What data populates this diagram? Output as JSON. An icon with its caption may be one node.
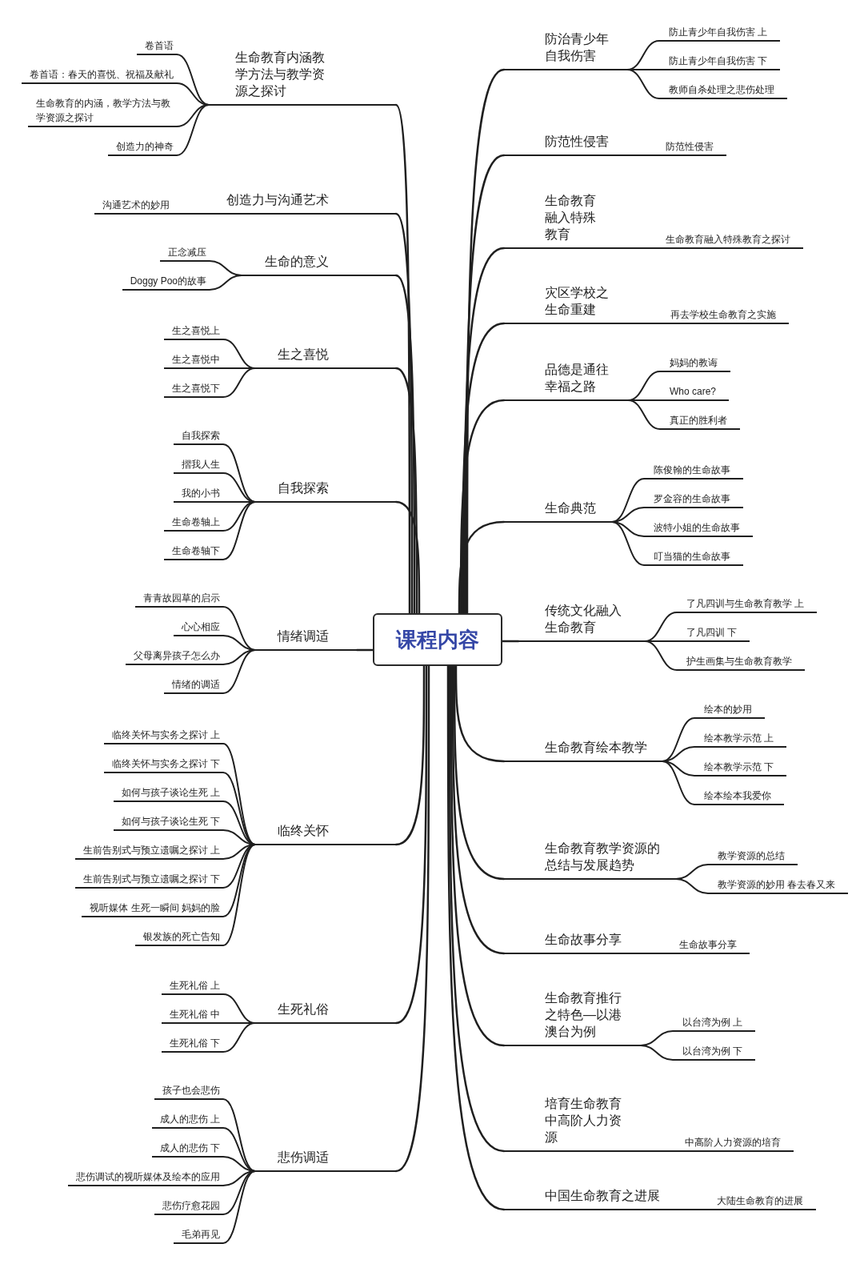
{
  "diagram": {
    "nodes": [
      {
        "text": [
          "课程内容"
        ]
      },
      {
        "text": [
          "生命教育内涵教学方法与教学资源之探讨"
        ]
      },
      {
        "text": [
          "卷首语"
        ]
      },
      {
        "text": [
          "卷首语：春天的喜悦、祝福及献礼"
        ]
      },
      {
        "text": [
          "生命教育的内涵，教学方法与教学资源之探讨"
        ]
      },
      {
        "text": [
          "创造力的神奇"
        ]
      },
      {
        "text": [
          "创造力与沟通艺术"
        ]
      },
      {
        "text": [
          "沟通艺术的妙用"
        ]
      },
      {
        "text": [
          "生命的意义"
        ]
      },
      {
        "text": [
          "正念减压"
        ]
      },
      {
        "text": [
          "Doggy Poo的故事"
        ]
      },
      {
        "text": [
          "生之喜悦"
        ]
      },
      {
        "text": [
          "生之喜悦上"
        ]
      },
      {
        "text": [
          "生之喜悦中"
        ]
      },
      {
        "text": [
          "生之喜悦下"
        ]
      },
      {
        "text": [
          "自我探索"
        ]
      },
      {
        "text": [
          "自我探索"
        ]
      },
      {
        "text": [
          "摺我人生"
        ]
      },
      {
        "text": [
          "我的小书"
        ]
      },
      {
        "text": [
          "生命卷轴上"
        ]
      },
      {
        "text": [
          "生命卷轴下"
        ]
      },
      {
        "text": [
          "情绪调适"
        ]
      },
      {
        "text": [
          "青青故园草的启示"
        ]
      },
      {
        "text": [
          "心心相应"
        ]
      },
      {
        "text": [
          "父母离异孩子怎么办"
        ]
      },
      {
        "text": [
          "情绪的调适"
        ]
      },
      {
        "text": [
          "临终关怀"
        ]
      },
      {
        "text": [
          "临终关怀与实务之探讨 上"
        ]
      },
      {
        "text": [
          "临终关怀与实务之探讨 下"
        ]
      },
      {
        "text": [
          "如何与孩子谈论生死 上"
        ]
      },
      {
        "text": [
          "如何与孩子谈论生死 下"
        ]
      },
      {
        "text": [
          "生前告别式与预立遗嘱之探讨 上"
        ]
      },
      {
        "text": [
          "生前告别式与预立遗嘱之探讨 下"
        ]
      },
      {
        "text": [
          "视听媒体 生死一瞬间 妈妈的脸"
        ]
      },
      {
        "text": [
          "银发族的死亡告知"
        ]
      },
      {
        "text": [
          "生死礼俗"
        ]
      },
      {
        "text": [
          "生死礼俗 上"
        ]
      },
      {
        "text": [
          "生死礼俗 中"
        ]
      },
      {
        "text": [
          "生死礼俗 下"
        ]
      },
      {
        "text": [
          "悲伤调适"
        ]
      },
      {
        "text": [
          "孩子也会悲伤"
        ]
      },
      {
        "text": [
          "成人的悲伤 上"
        ]
      },
      {
        "text": [
          "成人的悲伤 下"
        ]
      },
      {
        "text": [
          "悲伤调试的视听媒体及绘本的应用"
        ]
      },
      {
        "text": [
          "悲伤疗愈花园"
        ]
      },
      {
        "text": [
          "毛弟再见"
        ]
      },
      {
        "text": [
          "防治青少年自我伤害"
        ]
      },
      {
        "text": [
          "防止青少年自我伤害 上"
        ]
      },
      {
        "text": [
          "防止青少年自我伤害 下"
        ]
      },
      {
        "text": [
          "教师自杀处理之悲伤处理"
        ]
      },
      {
        "text": [
          "防范性侵害"
        ]
      },
      {
        "text": [
          "防范性侵害"
        ]
      },
      {
        "text": [
          "生命教育融入特殊教育"
        ]
      },
      {
        "text": [
          "生命教育融入特殊教育之探讨"
        ]
      },
      {
        "text": [
          "灾区学校之生命重建"
        ]
      },
      {
        "text": [
          "再去学校生命教育之实施"
        ]
      },
      {
        "text": [
          "品德是通往幸福之路"
        ]
      },
      {
        "text": [
          "妈妈的教诲"
        ]
      },
      {
        "text": [
          "Who care?"
        ]
      },
      {
        "text": [
          "真正的胜利者"
        ]
      },
      {
        "text": [
          "生命典范"
        ]
      },
      {
        "text": [
          "陈俊翰的生命故事"
        ]
      },
      {
        "text": [
          "罗金容的生命故事"
        ]
      },
      {
        "text": [
          "波特小姐的生命故事"
        ]
      },
      {
        "text": [
          "叮当猫的生命故事"
        ]
      },
      {
        "text": [
          "传统文化融入生命教育"
        ]
      },
      {
        "text": [
          "了凡四训与生命教育教学 上"
        ]
      },
      {
        "text": [
          "了凡四训 下"
        ]
      },
      {
        "text": [
          "护生画集与生命教育教学"
        ]
      },
      {
        "text": [
          "生命教育绘本教学"
        ]
      },
      {
        "text": [
          "绘本的妙用"
        ]
      },
      {
        "text": [
          "绘本教学示范 上"
        ]
      },
      {
        "text": [
          "绘本教学示范 下"
        ]
      },
      {
        "text": [
          "绘本绘本我爱你"
        ]
      },
      {
        "text": [
          "生命教育教学资源的总结与发展趋势"
        ]
      },
      {
        "text": [
          "教学资源的总结"
        ]
      },
      {
        "text": [
          "教学资源的妙用 春去春又来"
        ]
      },
      {
        "text": [
          "生命故事分享"
        ]
      },
      {
        "text": [
          "生命故事分享"
        ]
      },
      {
        "text": [
          "生命教育推行之特色—以港澳台为例"
        ]
      },
      {
        "text": [
          "以台湾为例 上"
        ]
      },
      {
        "text": [
          "以台湾为例 下"
        ]
      },
      {
        "text": [
          "培育生命教育中高阶人力资源"
        ]
      },
      {
        "text": [
          "中高阶人力资源的培育"
        ]
      },
      {
        "text": [
          "中国生命教育之进展"
        ]
      },
      {
        "text": [
          "大陆生命教育的进展"
        ]
      }
    ],
    "edges": [
      {
        "from": 0,
        "to": 1,
        "arrow": "none"
      },
      {
        "from": 1,
        "to": 2,
        "arrow": "none"
      },
      {
        "from": 1,
        "to": 3,
        "arrow": "none"
      },
      {
        "from": 1,
        "to": 4,
        "arrow": "none"
      },
      {
        "from": 1,
        "to": 5,
        "arrow": "none"
      },
      {
        "from": 0,
        "to": 6,
        "arrow": "none"
      },
      {
        "from": 6,
        "to": 7,
        "arrow": "none"
      },
      {
        "from": 0,
        "to": 8,
        "arrow": "none"
      },
      {
        "from": 8,
        "to": 9,
        "arrow": "none"
      },
      {
        "from": 8,
        "to": 10,
        "arrow": "none"
      },
      {
        "from": 0,
        "to": 11,
        "arrow": "none"
      },
      {
        "from": 11,
        "to": 12,
        "arrow": "none"
      },
      {
        "from": 11,
        "to": 13,
        "arrow": "none"
      },
      {
        "from": 11,
        "to": 14,
        "arrow": "none"
      },
      {
        "from": 0,
        "to": 15,
        "arrow": "none"
      },
      {
        "from": 15,
        "to": 16,
        "arrow": "none"
      },
      {
        "from": 15,
        "to": 17,
        "arrow": "none"
      },
      {
        "from": 15,
        "to": 18,
        "arrow": "none"
      },
      {
        "from": 15,
        "to": 19,
        "arrow": "none"
      },
      {
        "from": 15,
        "to": 20,
        "arrow": "none"
      },
      {
        "from": 0,
        "to": 21,
        "arrow": "none"
      },
      {
        "from": 21,
        "to": 22,
        "arrow": "none"
      },
      {
        "from": 21,
        "to": 23,
        "arrow": "none"
      },
      {
        "from": 21,
        "to": 24,
        "arrow": "none"
      },
      {
        "from": 21,
        "to": 25,
        "arrow": "none"
      },
      {
        "from": 0,
        "to": 26,
        "arrow": "none"
      },
      {
        "from": 26,
        "to": 27,
        "arrow": "none"
      },
      {
        "from": 26,
        "to": 28,
        "arrow": "none"
      },
      {
        "from": 26,
        "to": 29,
        "arrow": "none"
      },
      {
        "from": 26,
        "to": 30,
        "arrow": "none"
      },
      {
        "from": 26,
        "to": 31,
        "arrow": "none"
      },
      {
        "from": 26,
        "to": 32,
        "arrow": "none"
      },
      {
        "from": 26,
        "to": 33,
        "arrow": "none"
      },
      {
        "from": 26,
        "to": 34,
        "arrow": "none"
      },
      {
        "from": 0,
        "to": 35,
        "arrow": "none"
      },
      {
        "from": 35,
        "to": 36,
        "arrow": "none"
      },
      {
        "from": 35,
        "to": 37,
        "arrow": "none"
      },
      {
        "from": 35,
        "to": 38,
        "arrow": "none"
      },
      {
        "from": 0,
        "to": 39,
        "arrow": "none"
      },
      {
        "from": 39,
        "to": 40,
        "arrow": "none"
      },
      {
        "from": 39,
        "to": 41,
        "arrow": "none"
      },
      {
        "from": 39,
        "to": 42,
        "arrow": "none"
      },
      {
        "from": 39,
        "to": 43,
        "arrow": "none"
      },
      {
        "from": 39,
        "to": 44,
        "arrow": "none"
      },
      {
        "from": 39,
        "to": 45,
        "arrow": "none"
      },
      {
        "from": 0,
        "to": 46,
        "arrow": "none"
      },
      {
        "from": 46,
        "to": 47,
        "arrow": "none"
      },
      {
        "from": 46,
        "to": 48,
        "arrow": "none"
      },
      {
        "from": 46,
        "to": 49,
        "arrow": "none"
      },
      {
        "from": 0,
        "to": 50,
        "arrow": "none"
      },
      {
        "from": 50,
        "to": 51,
        "arrow": "none"
      },
      {
        "from": 0,
        "to": 52,
        "arrow": "none"
      },
      {
        "from": 52,
        "to": 53,
        "arrow": "none"
      },
      {
        "from": 0,
        "to": 54,
        "arrow": "none"
      },
      {
        "from": 54,
        "to": 55,
        "arrow": "none"
      },
      {
        "from": 0,
        "to": 56,
        "arrow": "none"
      },
      {
        "from": 56,
        "to": 57,
        "arrow": "none"
      },
      {
        "from": 56,
        "to": 58,
        "arrow": "none"
      },
      {
        "from": 56,
        "to": 59,
        "arrow": "none"
      },
      {
        "from": 0,
        "to": 60,
        "arrow": "none"
      },
      {
        "from": 60,
        "to": 61,
        "arrow": "none"
      },
      {
        "from": 60,
        "to": 62,
        "arrow": "none"
      },
      {
        "from": 60,
        "to": 63,
        "arrow": "none"
      },
      {
        "from": 60,
        "to": 64,
        "arrow": "none"
      },
      {
        "from": 0,
        "to": 65,
        "arrow": "none"
      },
      {
        "from": 65,
        "to": 66,
        "arrow": "none"
      },
      {
        "from": 65,
        "to": 67,
        "arrow": "none"
      },
      {
        "from": 65,
        "to": 68,
        "arrow": "none"
      },
      {
        "from": 0,
        "to": 69,
        "arrow": "none"
      },
      {
        "from": 69,
        "to": 70,
        "arrow": "none"
      },
      {
        "from": 69,
        "to": 71,
        "arrow": "none"
      },
      {
        "from": 69,
        "to": 72,
        "arrow": "none"
      },
      {
        "from": 69,
        "to": 73,
        "arrow": "none"
      },
      {
        "from": 0,
        "to": 74,
        "arrow": "none"
      },
      {
        "from": 74,
        "to": 75,
        "arrow": "none"
      },
      {
        "from": 74,
        "to": 76,
        "arrow": "none"
      },
      {
        "from": 0,
        "to": 77,
        "arrow": "none"
      },
      {
        "from": 77,
        "to": 78,
        "arrow": "none"
      },
      {
        "from": 0,
        "to": 79,
        "arrow": "none"
      },
      {
        "from": 79,
        "to": 80,
        "arrow": "none"
      },
      {
        "from": 79,
        "to": 81,
        "arrow": "none"
      },
      {
        "from": 0,
        "to": 82,
        "arrow": "none"
      },
      {
        "from": 82,
        "to": 83,
        "arrow": "none"
      },
      {
        "from": 0,
        "to": 84,
        "arrow": "none"
      },
      {
        "from": 84,
        "to": 85,
        "arrow": "none"
      }
    ]
  }
}
